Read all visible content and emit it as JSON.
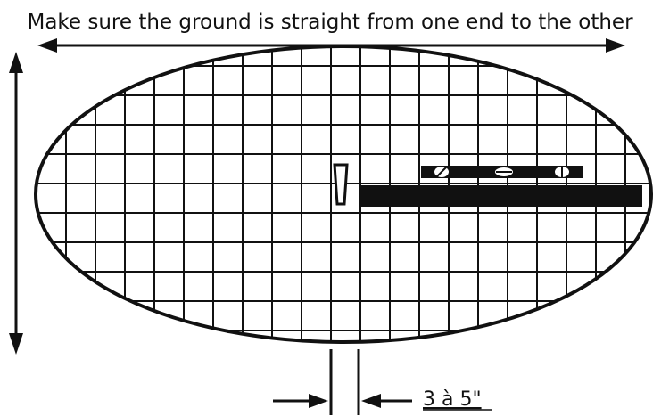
{
  "diagram": {
    "caption": "Make sure the ground is straight from one end to the other",
    "spacing_label": "3 à 5\"",
    "colors": {
      "ink": "#111111",
      "background": "#ffffff"
    },
    "icons": {
      "horizontal_arrow": "double-headed-arrow-horizontal",
      "vertical_arrow": "double-headed-arrow-vertical",
      "spirit_level": "spirit-level-icon",
      "plank": "straight-board",
      "peg": "stake-icon"
    }
  }
}
